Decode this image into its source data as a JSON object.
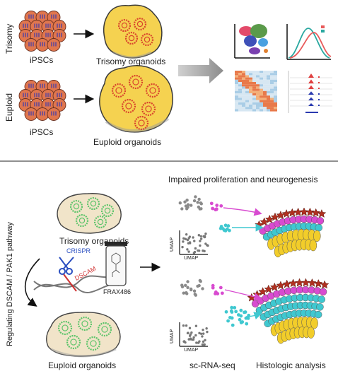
{
  "top": {
    "trisomy_side": "Trisomy",
    "euploid_side": "Euploid",
    "ipsc_top": "iPSCs",
    "ipsc_bottom": "iPSCs",
    "trisomy_organoids": "Trisomy organoids",
    "euploid_organoids": "Euploid organoids"
  },
  "bottom": {
    "side_label": "Regulating DSCAM / PAK1 pathway",
    "header": "Impaired proliferation and neurogenesis",
    "trisomy_organoids": "Trisomy organoids",
    "euploid_organoids": "Euploid organoids",
    "crispr": "CRISPR",
    "dscam": "DSCAM",
    "drug": "FRAX486",
    "umap_y_top": "UMAP",
    "umap_x_top": "UMAP",
    "umap_y_bottom": "UMAP",
    "umap_x_bottom": "UMAP",
    "caption_left": "sc-RNA-seq",
    "caption_right": "Histologic analysis"
  },
  "colors": {
    "cell_orange": "#e0764e",
    "organoid_yellow": "#f5d250",
    "rosette_red": "#d9452c",
    "rosette_green": "#5cc46a",
    "star_red": "#b03020",
    "magenta": "#d84bd0",
    "cyan": "#3fc8d0",
    "yellow": "#f2cd2a",
    "arrow_gray": "#9a9a9a"
  }
}
